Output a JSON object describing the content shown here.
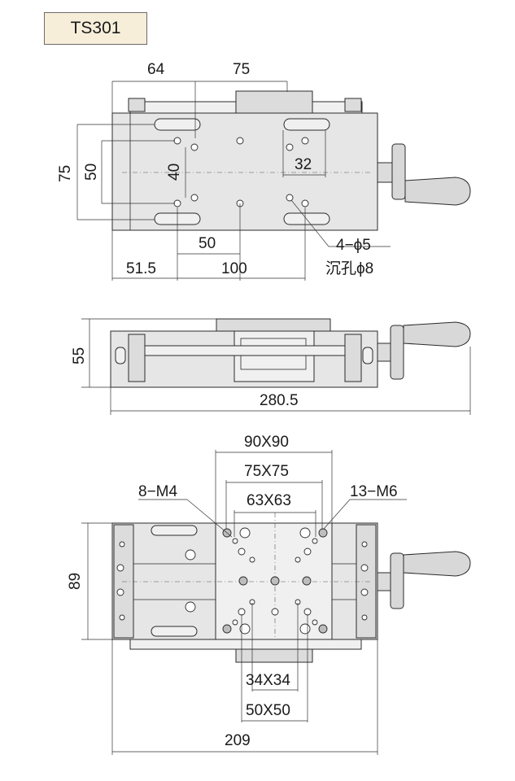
{
  "model": "TS301",
  "top_view": {
    "dims": {
      "width_64": "64",
      "width_75": "75",
      "height_75": "75",
      "height_50": "50",
      "height_40": "40",
      "width_32": "32",
      "width_50": "50",
      "width_51_5": "51.5",
      "width_100": "100"
    },
    "hole_callout_1": "4−ϕ5",
    "hole_callout_2": "沉孔ϕ8"
  },
  "side_view": {
    "dims": {
      "height_55": "55",
      "length_280_5": "280.5"
    }
  },
  "bottom_view": {
    "dims": {
      "sq_90": "90X90",
      "sq_75": "75X75",
      "sq_63": "63X63",
      "sq_34": "34X34",
      "sq_50": "50X50",
      "height_89": "89",
      "length_209": "209"
    },
    "callout_m4": "8−M4",
    "callout_m6": "13−M6"
  },
  "colors": {
    "tag_bg": "#f6eed9",
    "body_fill": "#e6e6e6",
    "line": "#2b2b2b"
  }
}
